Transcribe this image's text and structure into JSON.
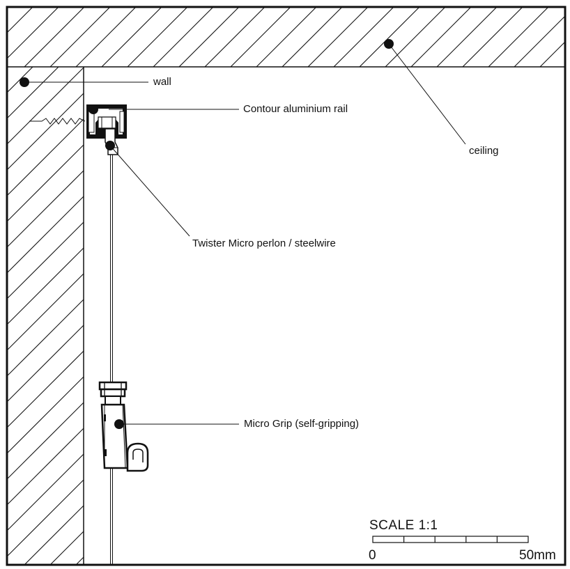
{
  "labels": {
    "wall": "wall",
    "ceiling": "ceiling",
    "rail": "Contour aluminium  rail",
    "twister": "Twister  Micro perlon / steelwire",
    "grip": "Micro Grip (self-gripping)"
  },
  "scale": {
    "title": "SCALE 1:1",
    "start": "0",
    "end": "50mm"
  }
}
